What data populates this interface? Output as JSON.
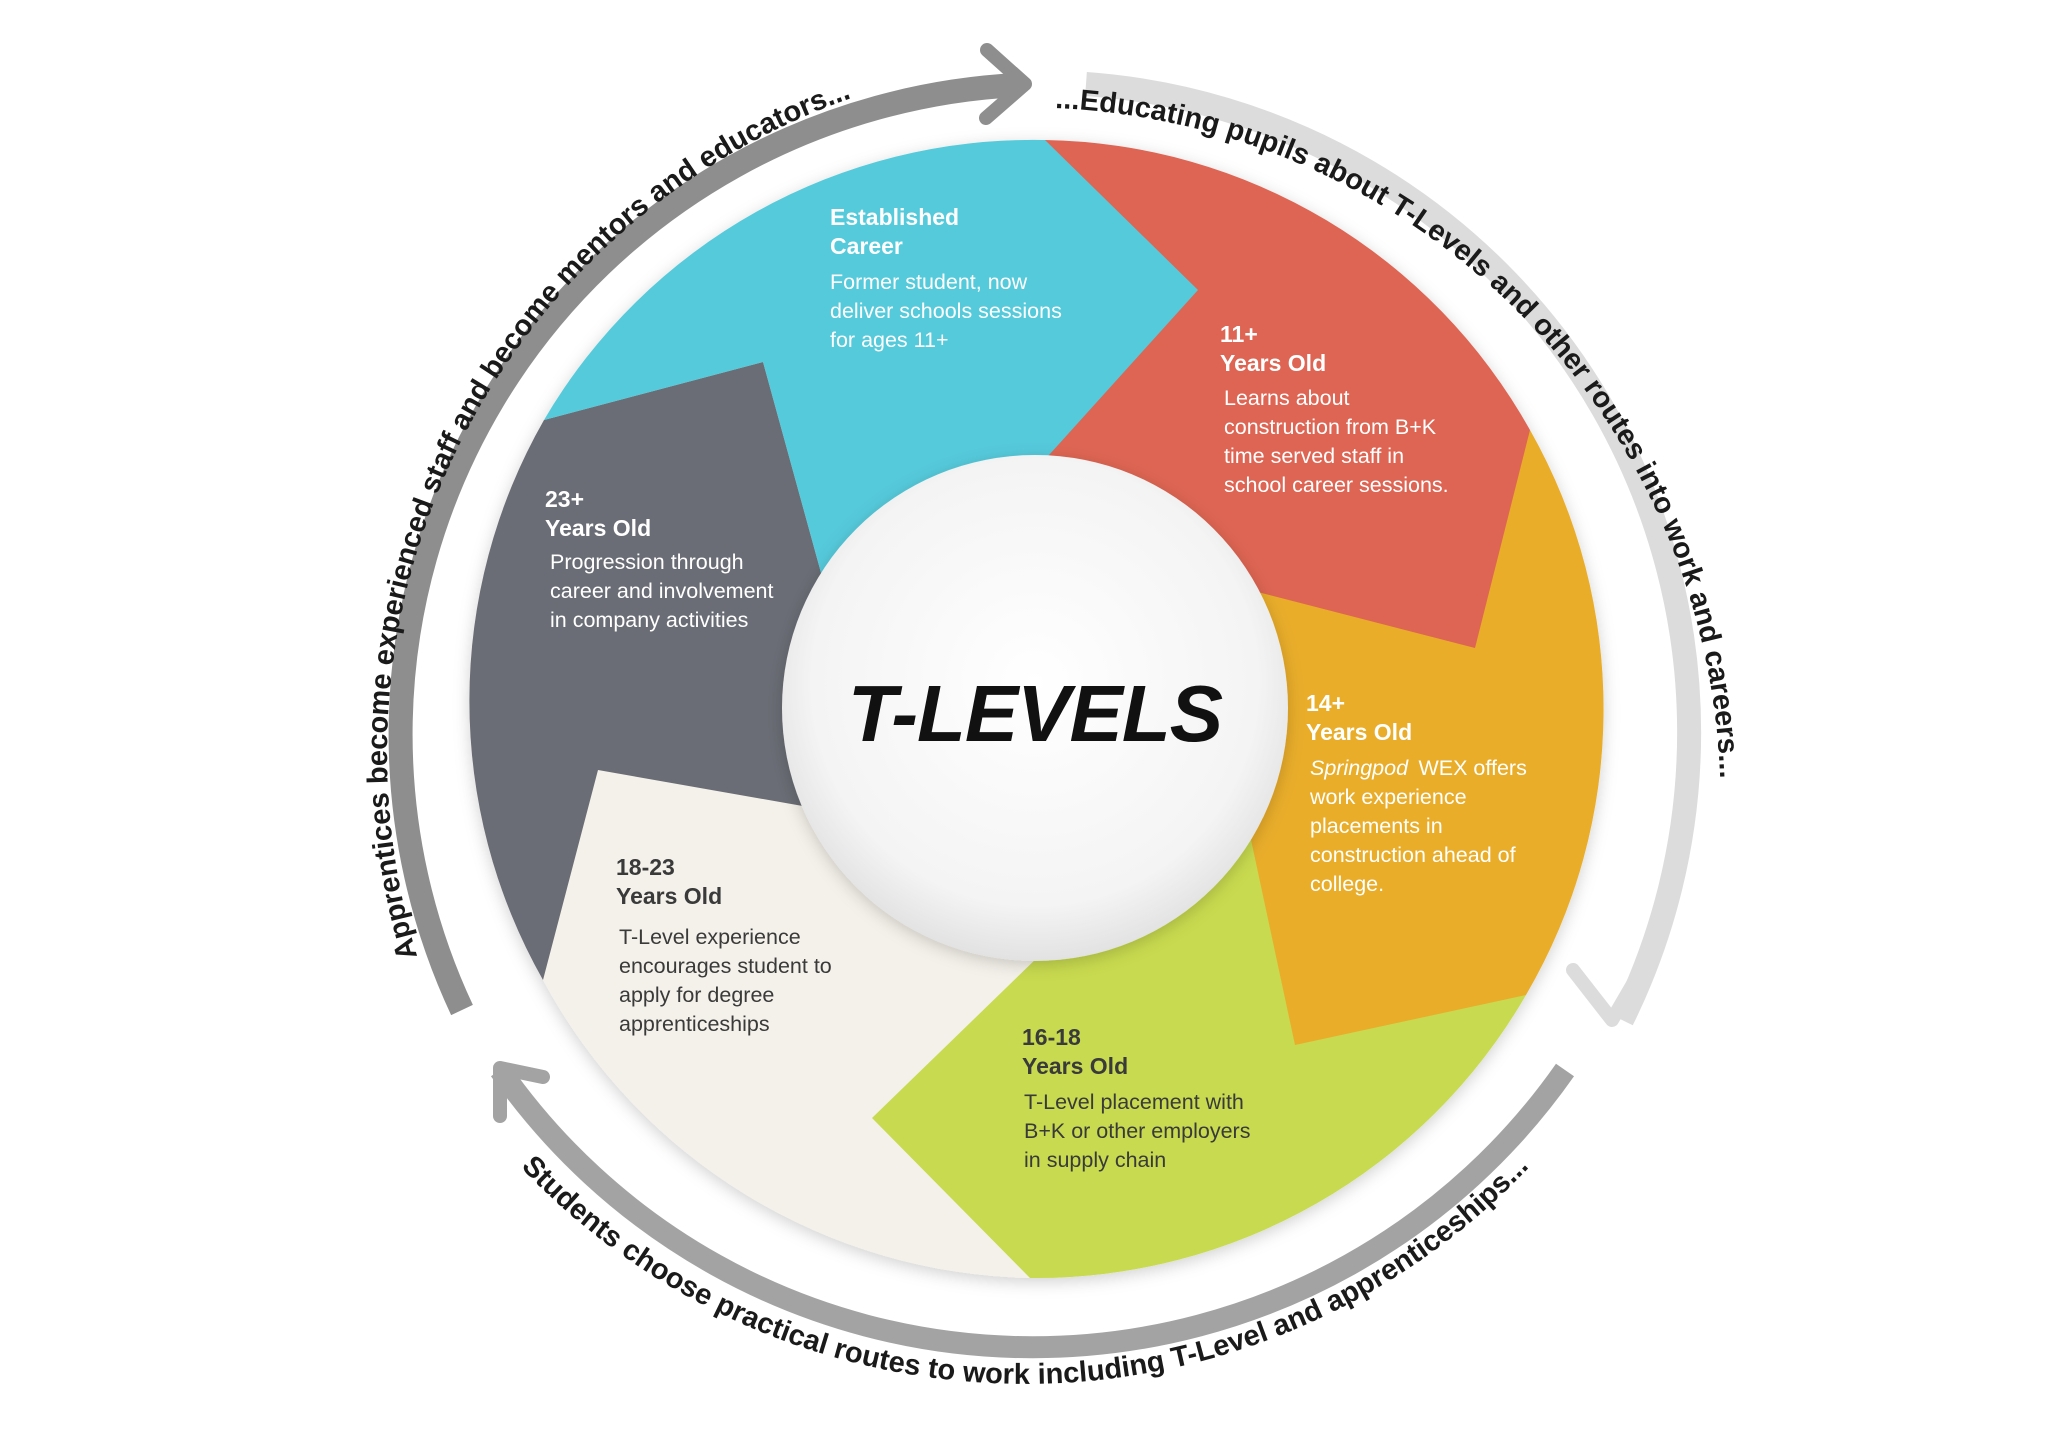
{
  "center_logo": "T-LEVELS",
  "arc_captions": {
    "top_right": "...Educating pupils about T-Levels and other routes into work and careers...",
    "bottom": "Students choose practical routes to work including T-Level and apprenticeships...",
    "left": "Apprentices become experienced staff and become mentors and educators..."
  },
  "segments": [
    {
      "id": "established",
      "color": "#54CADB",
      "text_color": "#ffffff",
      "title": [
        "Established",
        "Career"
      ],
      "body": [
        "Former student, now",
        "deliver schools sessions",
        "for ages 11+"
      ]
    },
    {
      "id": "11plus",
      "color": "#DE6552",
      "text_color": "#ffffff",
      "title": [
        "11+",
        "Years Old"
      ],
      "body": [
        "Learns about",
        "construction from B+K",
        "time served staff in",
        "school career sessions."
      ]
    },
    {
      "id": "14plus",
      "color": "#E9AD2A",
      "text_color": "#ffffff",
      "title": [
        "14+",
        "Years Old"
      ],
      "body": [
        "Springpod WEX offers",
        "work experience",
        "placements in",
        "construction ahead of",
        "college."
      ],
      "italic_prefix": "Springpod"
    },
    {
      "id": "16to18",
      "color": "#C8DA4F",
      "text_color": "#3a3a3a",
      "title": [
        "16-18",
        "Years Old"
      ],
      "body": [
        "T-Level placement with",
        "B+K or other employers",
        "in supply chain"
      ]
    },
    {
      "id": "18to23",
      "color": "#F4F1EA",
      "text_color": "#3a3a3a",
      "title": [
        "18-23",
        "Years Old"
      ],
      "body": [
        "T-Level experience",
        "encourages student to",
        "apply for degree",
        "apprenticeships"
      ]
    },
    {
      "id": "23plus",
      "color": "#6B6D74",
      "text_color": "#ffffff",
      "title": [
        "23+",
        "Years Old"
      ],
      "body": [
        "Progression through",
        "career and involvement",
        "in company activities"
      ]
    }
  ]
}
